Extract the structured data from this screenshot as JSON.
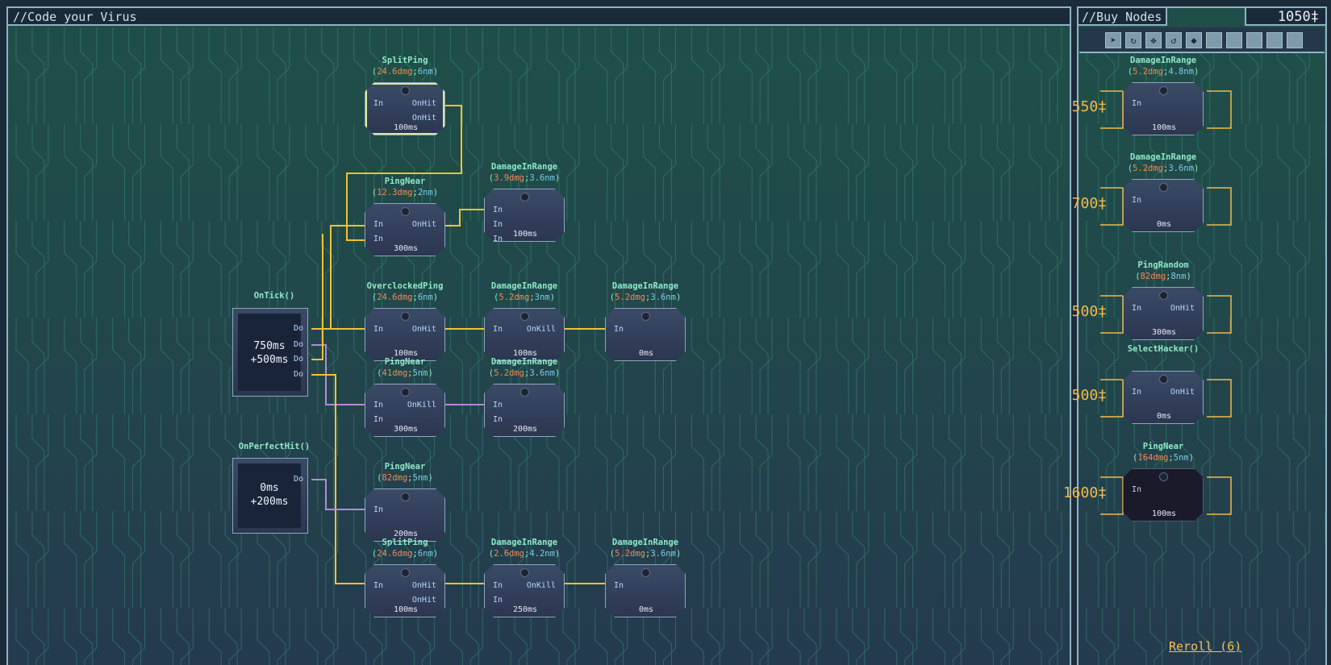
{
  "left_panel": {
    "title": "//Code your Virus"
  },
  "right_panel": {
    "title": "//Buy Nodes",
    "credits": "1050‡"
  },
  "filter_icons": [
    "cursor-icon",
    "loop-icon",
    "paw-icon",
    "refresh-icon",
    "arrow-icon",
    "",
    "",
    "",
    "",
    ""
  ],
  "colors": {
    "wire_yellow": "#f1c232",
    "wire_purple": "#b48ad6",
    "port_green": "#6fdc9b",
    "port_yellow": "#f3b94b",
    "damage": "#f08a56",
    "range": "#79cfe7",
    "name": "#8ee8c8"
  },
  "events": [
    {
      "name": "OnTick()",
      "t1": "750ms",
      "t2": "+500ms",
      "outputs": [
        "Do",
        "Do",
        "Do",
        "Do"
      ]
    },
    {
      "name": "OnPerfectHit()",
      "t1": "0ms",
      "t2": "+200ms",
      "outputs": [
        "Do"
      ]
    }
  ],
  "nodes": [
    {
      "name": "SplitPing",
      "dmg": "24.6",
      "range": "6nm",
      "time": "100ms",
      "ports": [
        "In",
        "OnHit",
        "OnHit"
      ]
    },
    {
      "name": "PingNear",
      "dmg": "12.3",
      "range": "2nm",
      "time": "300ms",
      "ports": [
        "In",
        "In",
        "OnHit"
      ]
    },
    {
      "name": "DamageInRange",
      "dmg": "3.9",
      "range": "3.6nm",
      "time": "100ms",
      "ports": [
        "In",
        "In",
        "In"
      ]
    },
    {
      "name": "OverclockedPing",
      "dmg": "24.6",
      "range": "6nm",
      "time": "100ms",
      "ports": [
        "In",
        "OnHit"
      ]
    },
    {
      "name": "DamageInRange",
      "dmg": "5.2",
      "range": "3nm",
      "time": "100ms",
      "ports": [
        "In",
        "OnKill"
      ]
    },
    {
      "name": "DamageInRange",
      "dmg": "5.2",
      "range": "3.6nm",
      "time": "0ms",
      "ports": [
        "In"
      ]
    },
    {
      "name": "PingNear",
      "dmg": "41",
      "range": "5nm",
      "time": "300ms",
      "ports": [
        "In",
        "In",
        "OnKill"
      ]
    },
    {
      "name": "DamageInRange",
      "dmg": "5.2",
      "range": "3.6nm",
      "time": "200ms",
      "ports": [
        "In",
        "In"
      ]
    },
    {
      "name": "PingNear",
      "dmg": "82",
      "range": "5nm",
      "time": "200ms",
      "ports": [
        "In"
      ]
    },
    {
      "name": "SplitPing",
      "dmg": "24.6",
      "range": "6nm",
      "time": "100ms",
      "ports": [
        "In",
        "OnHit",
        "OnHit"
      ]
    },
    {
      "name": "DamageInRange",
      "dmg": "2.6",
      "range": "4.2nm",
      "time": "250ms",
      "ports": [
        "In",
        "In",
        "OnKill"
      ]
    },
    {
      "name": "DamageInRange",
      "dmg": "5.2",
      "range": "3.6nm",
      "time": "0ms",
      "ports": [
        "In"
      ]
    }
  ],
  "shop": [
    {
      "name": "DamageInRange",
      "dmg": "5.2",
      "range": "4.8nm",
      "time": "100ms",
      "price": "550‡",
      "ports": [
        "In"
      ]
    },
    {
      "name": "DamageInRange",
      "dmg": "5.2",
      "range": "3.6nm",
      "time": "0ms",
      "price": "700‡",
      "ports": [
        "In"
      ]
    },
    {
      "name": "PingRandom",
      "dmg": "82",
      "range": "8nm",
      "time": "300ms",
      "price": "500‡",
      "ports": [
        "In",
        "OnHit"
      ]
    },
    {
      "name": "SelectHacker()",
      "dmg": "",
      "range": "",
      "time": "0ms",
      "price": "500‡",
      "ports": [
        "In",
        "OnHit"
      ]
    },
    {
      "name": "PingNear",
      "dmg": "164",
      "range": "5nm",
      "time": "100ms",
      "price": "1600‡",
      "ports": [
        "In"
      ]
    }
  ],
  "reroll": "Reroll (6)"
}
